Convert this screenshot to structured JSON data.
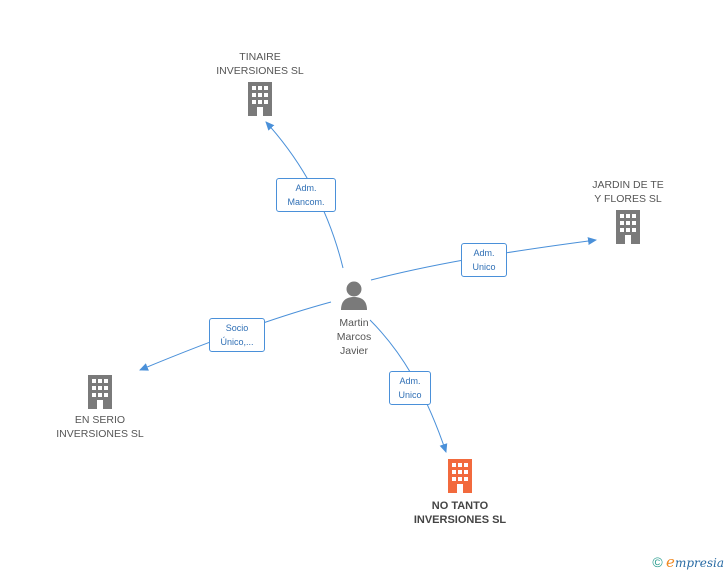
{
  "center": {
    "name": "Martin\nMarcos\nJavier"
  },
  "companies": {
    "tinaire": {
      "name": "TINAIRE\nINVERSIONES SL"
    },
    "jardin": {
      "name": "JARDIN DE TE\nY FLORES SL"
    },
    "enserio": {
      "name": "EN SERIO\nINVERSIONES SL"
    },
    "notanto": {
      "name": "NO TANTO\nINVERSIONES SL"
    }
  },
  "relations": {
    "tinaire": "Adm.\nMancom.",
    "jardin": "Adm.\nUnico",
    "enserio": "Socio\nÚnico,...",
    "notanto": "Adm.\nUnico"
  },
  "colors": {
    "edge": "#4a90d9",
    "building": "#7a7a7a",
    "focus": "#f26a3d",
    "person": "#7a7a7a"
  },
  "footer": {
    "copyright": "©",
    "brand_e": "e",
    "brand_rest": "mpresia"
  }
}
